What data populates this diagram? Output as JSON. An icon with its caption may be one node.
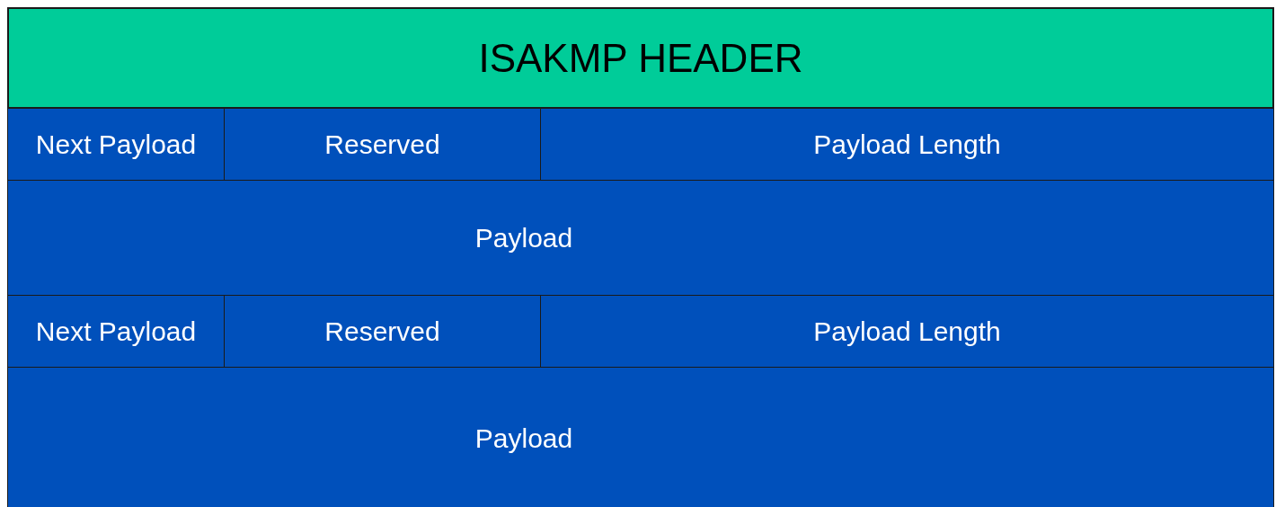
{
  "diagram": {
    "nodes": [
      {
        "text": [
          "ISAKMP HEADER"
        ]
      },
      {
        "text": [
          "Next Payload"
        ]
      },
      {
        "text": [
          "Reserved"
        ]
      },
      {
        "text": [
          "Payload Length"
        ]
      },
      {
        "text": [
          "Payload"
        ]
      },
      {
        "text": [
          "Next Payload"
        ]
      },
      {
        "text": [
          "Reserved"
        ]
      },
      {
        "text": [
          "Payload Length"
        ]
      },
      {
        "text": [
          "Payload"
        ]
      }
    ],
    "edges": []
  }
}
